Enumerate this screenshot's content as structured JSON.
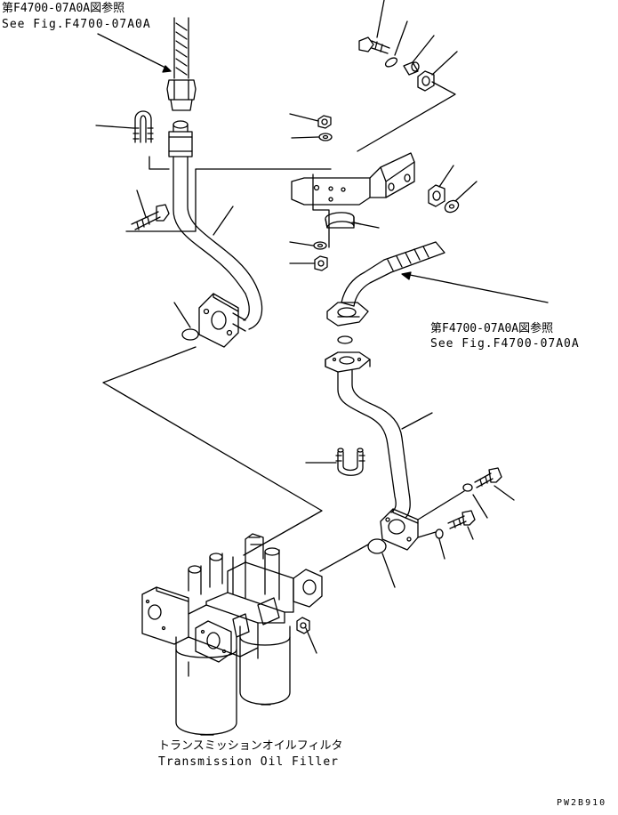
{
  "ref_top": {
    "jp": "第F4700-07A0A図参照",
    "en": "See Fig.F4700-07A0A"
  },
  "ref_right": {
    "jp": "第F4700-07A0A図参照",
    "en": "See Fig.F4700-07A0A"
  },
  "filter_caption": {
    "jp": "トランスミッションオイルフィルタ",
    "en": "Transmission Oil Filler"
  },
  "drawing_code": "PW2B910",
  "colors": {
    "ink": "#000000",
    "paper": "#ffffff"
  }
}
